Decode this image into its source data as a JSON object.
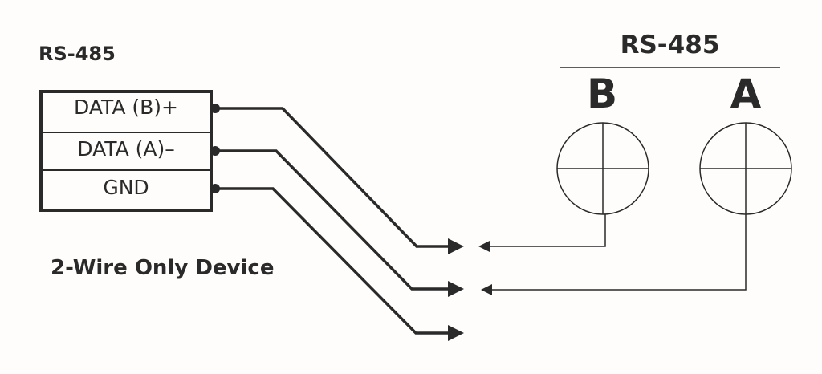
{
  "left_device": {
    "title": "RS-485",
    "terminals": [
      "DATA (B)+",
      "DATA (A)–",
      "GND"
    ],
    "caption": "2-Wire Only Device"
  },
  "right_device": {
    "title": "RS-485",
    "connectors": [
      {
        "label": "B"
      },
      {
        "label": "A"
      }
    ]
  },
  "colors": {
    "line": "#2a2a2a",
    "background": "#fefdfb"
  }
}
